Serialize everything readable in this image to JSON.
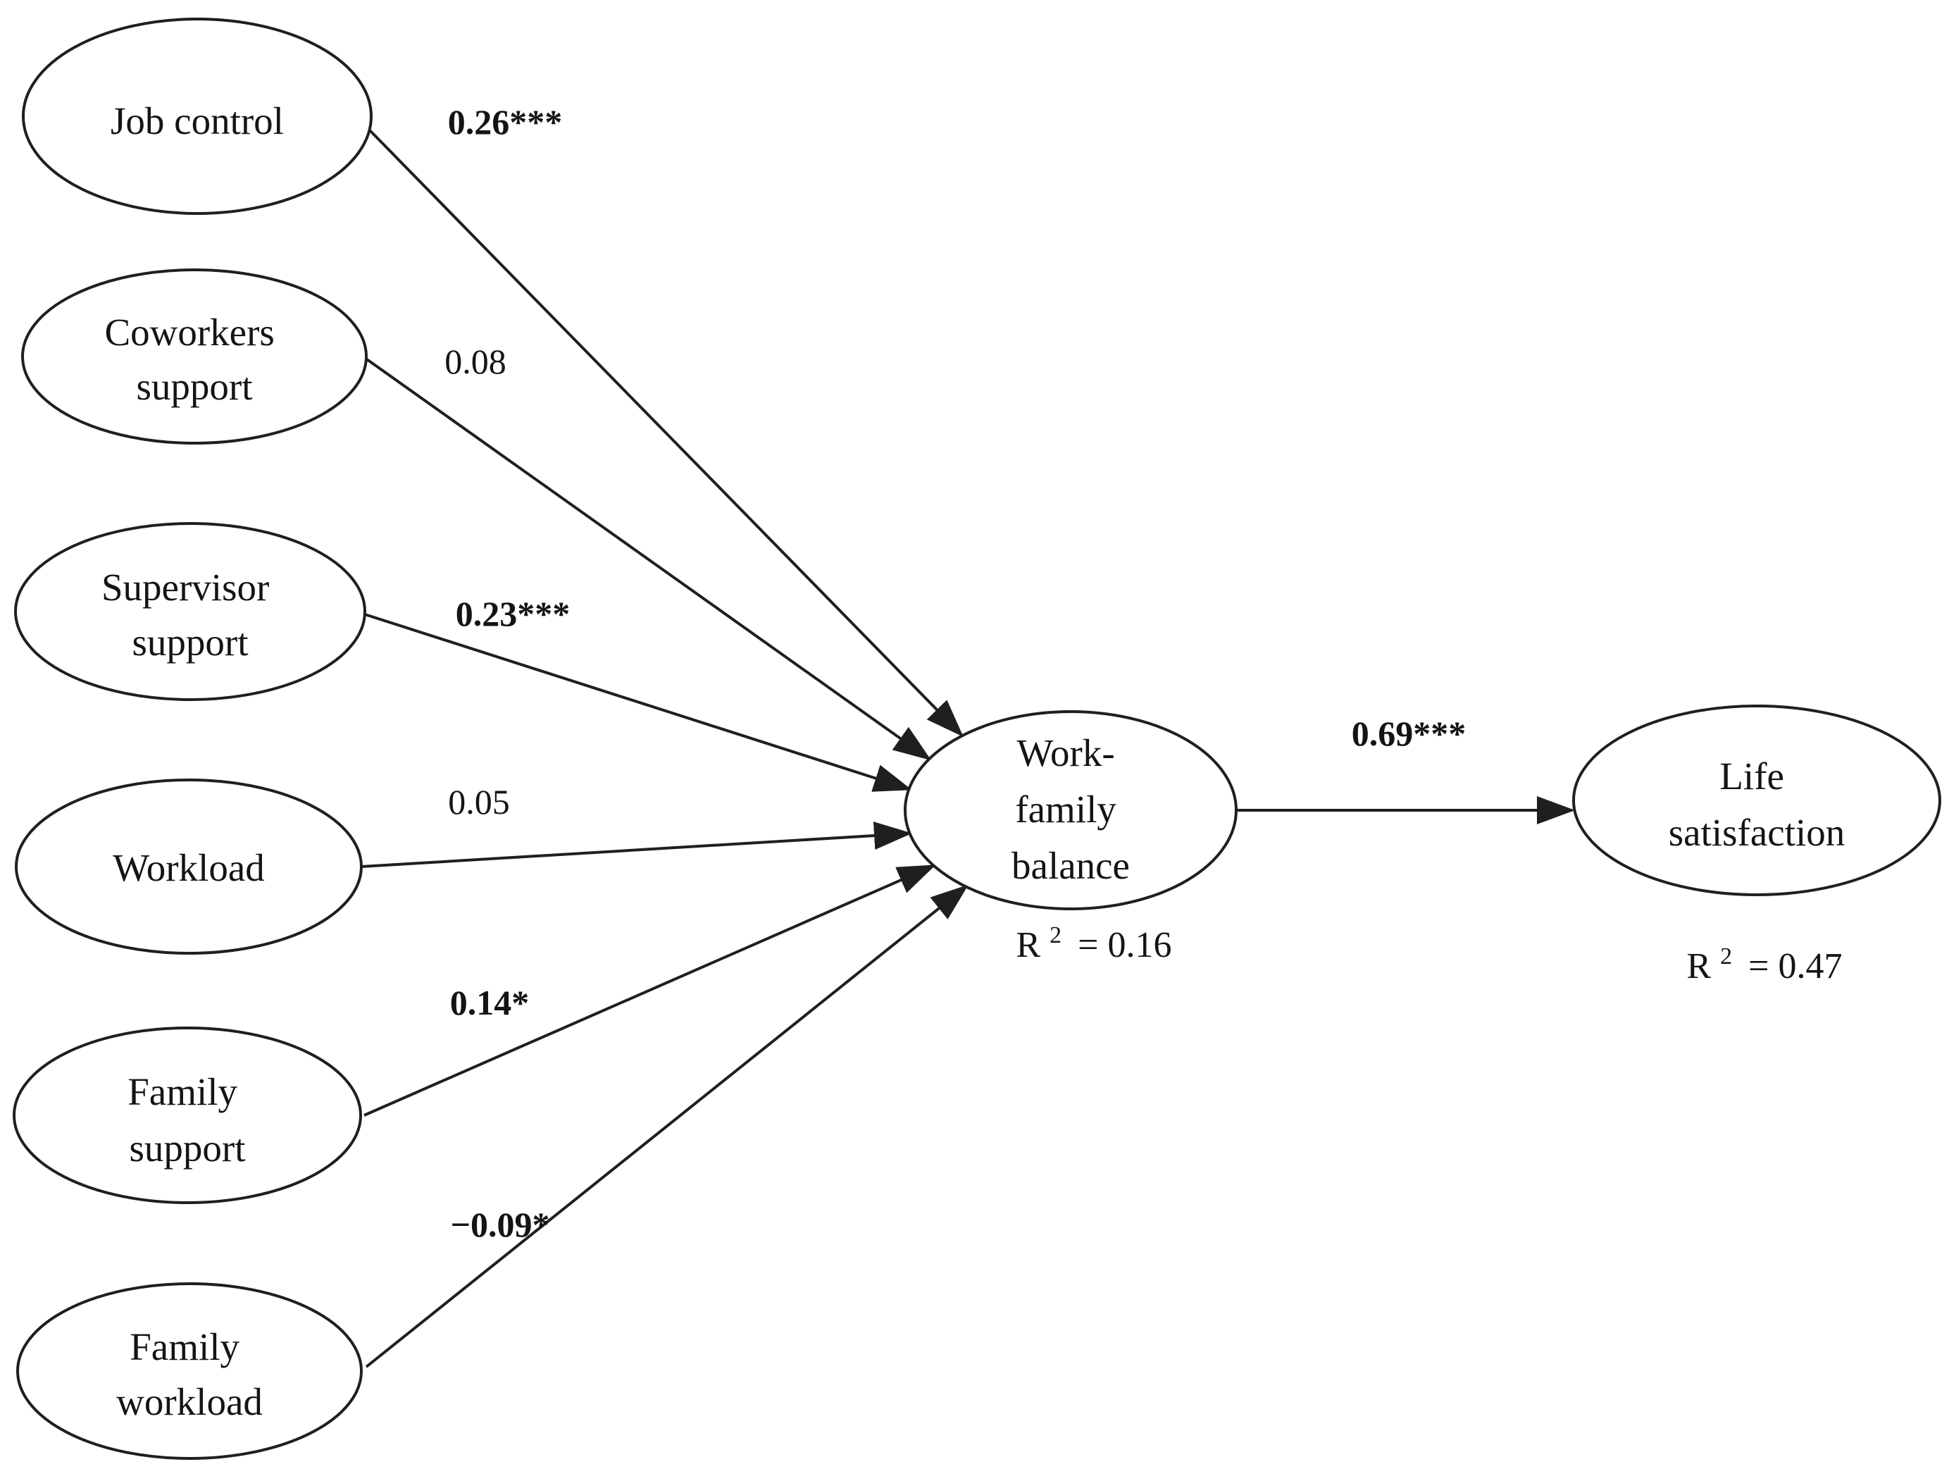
{
  "figure": {
    "background": "#ffffff",
    "line_color": "#1f1f1f",
    "text_color": "#141414"
  },
  "nodes": {
    "job_control": {
      "line1": "Job control"
    },
    "coworkers_support": {
      "line1": "Coworkers",
      "line2": "support"
    },
    "supervisor_support": {
      "line1": "Supervisor",
      "line2": "support"
    },
    "workload": {
      "line1": "Workload"
    },
    "family_support": {
      "line1": "Family",
      "line2": "support"
    },
    "family_workload": {
      "line1": "Family",
      "line2": "workload"
    },
    "work_family_balance": {
      "line1": "Work-",
      "line2": "family",
      "line3": "balance"
    },
    "life_satisfaction": {
      "line1": "Life",
      "line2": "satisfaction"
    }
  },
  "coefficients": {
    "job_control_to_wfb": "0.26***",
    "coworkers_support_to_wfb": "0.08",
    "supervisor_support_to_wfb": "0.23***",
    "workload_to_wfb": "0.05",
    "family_support_to_wfb": "0.14*",
    "family_workload_to_wfb": "−0.09*",
    "wfb_to_life_satisfaction": "0.69***"
  },
  "r_squared": {
    "work_family_balance": {
      "base": "R",
      "sup": "2",
      "value": "= 0.16"
    },
    "life_satisfaction": {
      "base": "R",
      "sup": "2",
      "value": "= 0.47"
    }
  }
}
